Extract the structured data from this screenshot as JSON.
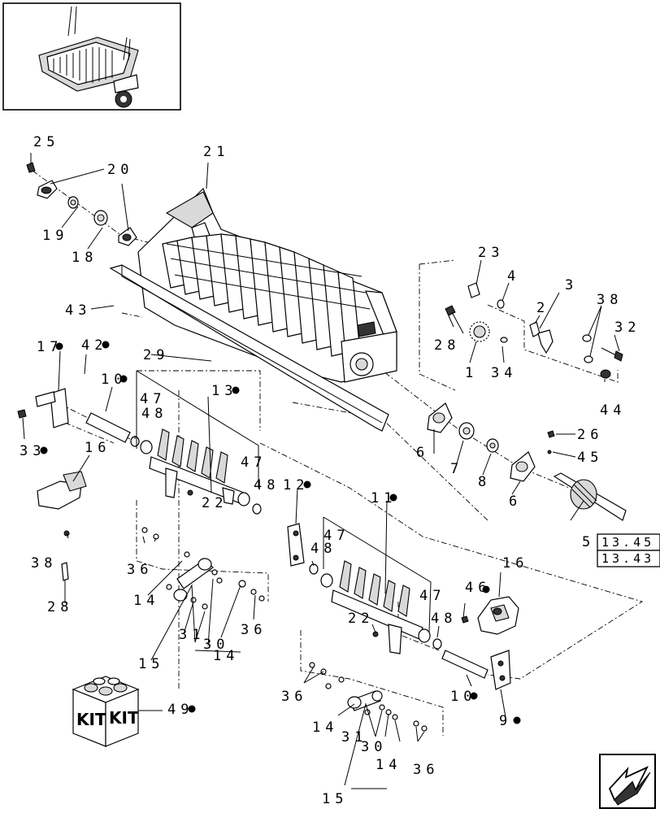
{
  "labels": {
    "l1": "1",
    "l2": "2",
    "l3": "3",
    "l4": "4",
    "l5": "5",
    "l6a": "6",
    "l6b": "6",
    "l7": "7",
    "l8": "8",
    "l9": "9",
    "l10a": "10",
    "l10b": "10",
    "l11": "11",
    "l12": "12",
    "l13": "13",
    "l14a": "14",
    "l14b": "14",
    "l14c": "14",
    "l14d": "14",
    "l15a": "15",
    "l15b": "15",
    "l16a": "16",
    "l16b": "16",
    "l17": "17",
    "l18": "18",
    "l19": "19",
    "l20": "20",
    "l21": "21",
    "l22a": "22",
    "l22b": "22",
    "l23": "23",
    "l25": "25",
    "l26": "26",
    "l28a": "28",
    "l28b": "28",
    "l29": "29",
    "l30a": "30",
    "l30b": "30",
    "l31a": "31",
    "l31b": "31",
    "l32": "32",
    "l33": "33",
    "l34": "34",
    "l36a": "36",
    "l36b": "36",
    "l36c": "36",
    "l36d": "36",
    "l38a": "38",
    "l38b": "38",
    "l42": "42",
    "l43": "43",
    "l44": "44",
    "l45": "45",
    "l46": "46",
    "l47a": "47",
    "l47b": "47",
    "l47c": "47",
    "l47d": "47",
    "l48a": "48",
    "l48b": "48",
    "l48c": "48",
    "l48d": "48",
    "l49": "49"
  },
  "refs": {
    "ref1": "13.45",
    "ref2": "13.43"
  },
  "kit": {
    "left": "KIT",
    "right": "KIT"
  },
  "icons": {
    "thumbnail": "baler-pickup-thumbnail-icon",
    "nav": "nav-arrow-icon"
  }
}
